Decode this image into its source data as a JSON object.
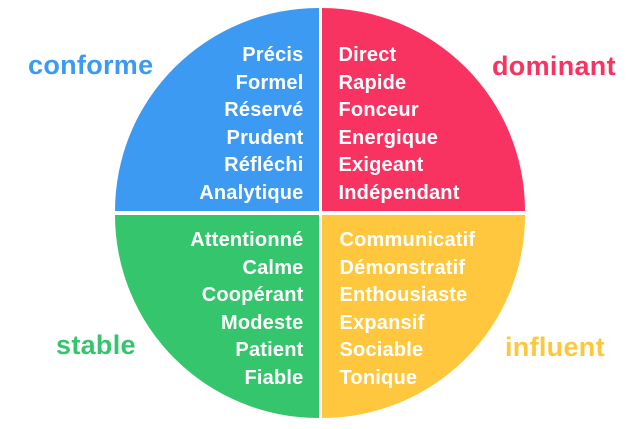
{
  "diagram": {
    "type": "disc-personality-quadrants",
    "trait_text_color": "#FFFFFF",
    "background_color": "#FFFFFF",
    "quadrants": [
      {
        "id": "conforme",
        "label": "conforme",
        "position": "top-left",
        "color": "#3D9AF3",
        "traits": [
          "Précis",
          "Formel",
          "Réservé",
          "Prudent",
          "Réfléchi",
          "Analytique"
        ]
      },
      {
        "id": "dominant",
        "label": "dominant",
        "position": "top-right",
        "color": "#F93361",
        "traits": [
          "Direct",
          "Rapide",
          "Fonceur",
          "Energique",
          "Exigeant",
          "Indépendant"
        ]
      },
      {
        "id": "stable",
        "label": "stable",
        "position": "bottom-left",
        "color": "#35C56D",
        "traits": [
          "Attentionné",
          "Calme",
          "Coopérant",
          "Modeste",
          "Patient",
          "Fiable"
        ]
      },
      {
        "id": "influent",
        "label": "influent",
        "position": "bottom-right",
        "color": "#FEC73D",
        "traits": [
          "Communicatif",
          "Démonstratif",
          "Enthousiaste",
          "Expansif",
          "Sociable",
          "Tonique"
        ]
      }
    ]
  }
}
